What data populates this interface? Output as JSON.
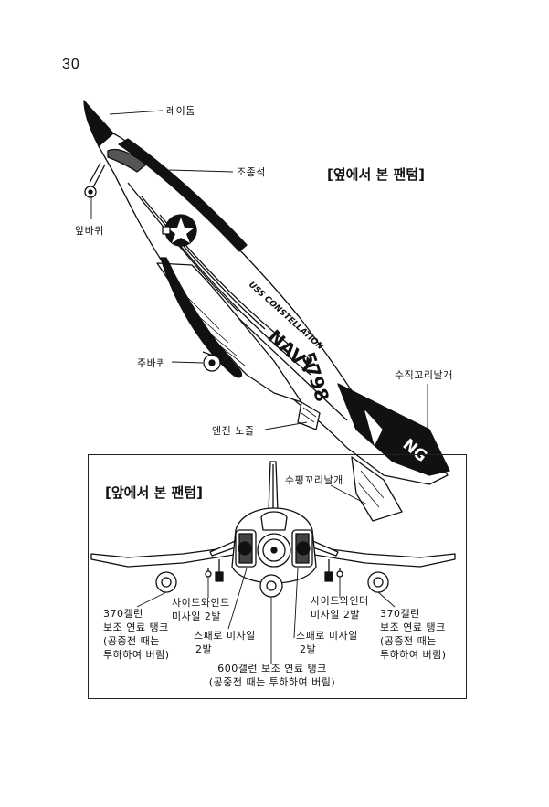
{
  "page_number": "30",
  "side_view": {
    "title": "[옆에서 본 팬텀]",
    "labels": {
      "radome": "레이돔",
      "cockpit": "조종석",
      "nose_wheel": "앞바퀴",
      "main_wheel": "주바퀴",
      "vertical_tail": "수직꼬리날개",
      "engine_nozzle": "엔진 노즐",
      "horizontal_tail": "수평꼬리날개"
    },
    "markings": {
      "carrier": "USS CONSTELLATION",
      "service": "NAVY",
      "serial": "5798",
      "tail_code": "NG"
    }
  },
  "front_view": {
    "title": "[앞에서 본 팬텀]",
    "labels": {
      "left_tank": [
        "370갤런",
        "보조 연료 탱크",
        "(공중전 때는",
        "투하하여 버림)"
      ],
      "right_tank": [
        "370갤런",
        "보조 연료 탱크",
        "(공중전 때는",
        "투하하여 버림)"
      ],
      "left_sidewinder": [
        "사이드와인드",
        "미사일 2발"
      ],
      "right_sidewinder": [
        "사이드와인더",
        "미사일 2발"
      ],
      "left_sparrow": [
        "스패로 미사일",
        "2발"
      ],
      "right_sparrow": [
        "스패로 미사일",
        "2발"
      ],
      "center_tank": [
        "600갤런 보조 연료 탱크",
        "(공중전 때는 투하하여 버림)"
      ]
    }
  }
}
